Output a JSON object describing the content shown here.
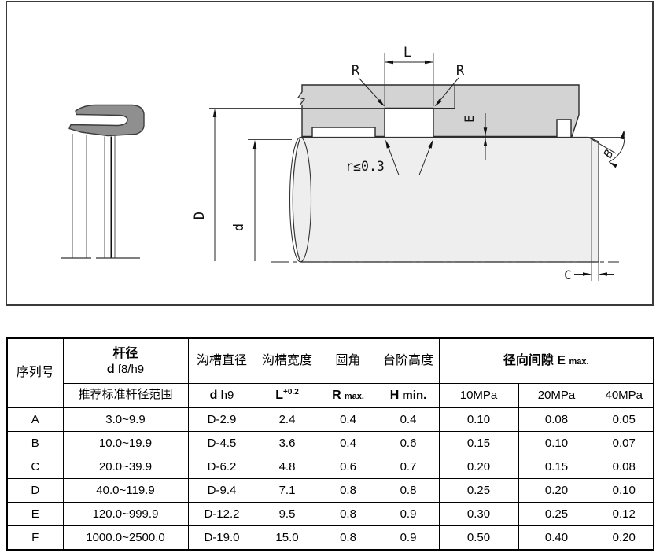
{
  "diagram": {
    "labels": {
      "groove_width": "L",
      "radius_left": "R",
      "radius_right": "R",
      "clearance": "E",
      "groove_diameter": "D",
      "rod_diameter": "d",
      "chamfer_length": "C",
      "chamfer_angle": "B",
      "fillet_note": "r≤0.3"
    },
    "colors": {
      "housing_fill": "#d3d3d3",
      "rod_fill": "#eeeeee",
      "seal_fill": "#8f8f8f",
      "line": "#222222"
    }
  },
  "table": {
    "header": {
      "serial": "序列号",
      "rod_dia_line1": "杆径",
      "rod_dia_bold": "d",
      "rod_dia_rest": " f8/h9",
      "rod_range": "推荐标准杆径范围",
      "groove_dia": "沟槽直径",
      "groove_dia_bold": "d",
      "groove_dia_rest": " h9",
      "groove_width": "沟槽宽度",
      "groove_width_bold": "L",
      "groove_width_sup": "+0.2",
      "fillet": "圆角",
      "fillet_bold": "R",
      "fillet_small": "max.",
      "step_height": "台阶高度",
      "step_bold": "H",
      "step_rest": " min.",
      "clearance_title": "径向间隙 ",
      "clearance_bold": "E",
      "clearance_small": "max.",
      "p10": "10MPa",
      "p20": "20MPa",
      "p40": "40MPa"
    },
    "rows": [
      {
        "serial": "A",
        "range": "3.0~9.9",
        "groove_dia": "D-2.9",
        "width": "2.4",
        "r": "0.4",
        "h": "0.4",
        "e10": "0.10",
        "e20": "0.08",
        "e40": "0.05"
      },
      {
        "serial": "B",
        "range": "10.0~19.9",
        "groove_dia": "D-4.5",
        "width": "3.6",
        "r": "0.4",
        "h": "0.6",
        "e10": "0.15",
        "e20": "0.10",
        "e40": "0.07"
      },
      {
        "serial": "C",
        "range": "20.0~39.9",
        "groove_dia": "D-6.2",
        "width": "4.8",
        "r": "0.6",
        "h": "0.7",
        "e10": "0.20",
        "e20": "0.15",
        "e40": "0.08"
      },
      {
        "serial": "D",
        "range": "40.0~119.9",
        "groove_dia": "D-9.4",
        "width": "7.1",
        "r": "0.8",
        "h": "0.8",
        "e10": "0.25",
        "e20": "0.20",
        "e40": "0.10"
      },
      {
        "serial": "E",
        "range": "120.0~999.9",
        "groove_dia": "D-12.2",
        "width": "9.5",
        "r": "0.8",
        "h": "0.9",
        "e10": "0.30",
        "e20": "0.25",
        "e40": "0.12"
      },
      {
        "serial": "F",
        "range": "1000.0~2500.0",
        "groove_dia": "D-19.0",
        "width": "15.0",
        "r": "0.8",
        "h": "0.9",
        "e10": "0.50",
        "e20": "0.40",
        "e40": "0.20"
      }
    ]
  }
}
